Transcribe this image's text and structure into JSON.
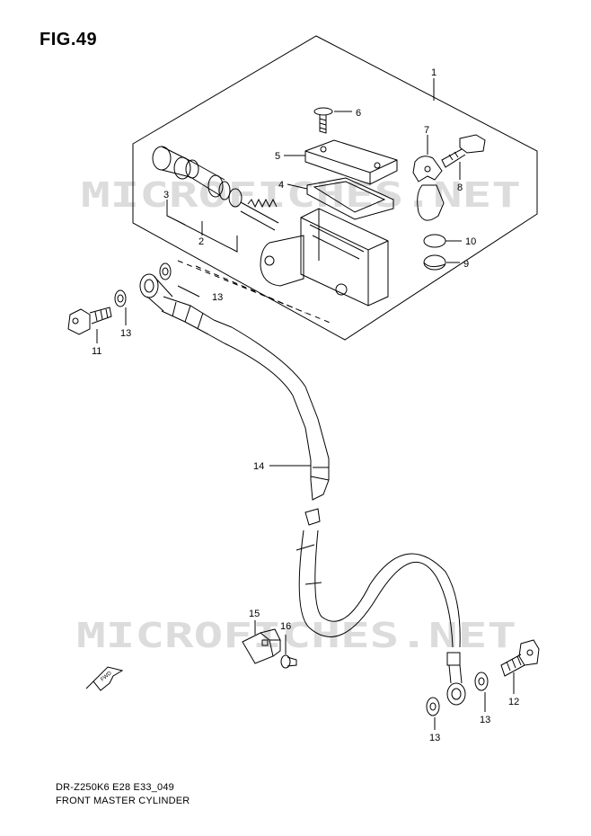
{
  "figure": {
    "title": "FIG.49",
    "model_code": "DR-Z250K6 E28 E33_049",
    "assembly_name": "FRONT MASTER CYLINDER"
  },
  "watermark": {
    "text": "MICROFICHES.NET"
  },
  "direction_marker": {
    "text": "FWD"
  },
  "callouts": [
    {
      "id": "c1",
      "text": "1"
    },
    {
      "id": "c2",
      "text": "2"
    },
    {
      "id": "c3",
      "text": "3"
    },
    {
      "id": "c4",
      "text": "4"
    },
    {
      "id": "c5",
      "text": "5"
    },
    {
      "id": "c6",
      "text": "6"
    },
    {
      "id": "c7",
      "text": "7"
    },
    {
      "id": "c8",
      "text": "8"
    },
    {
      "id": "c9",
      "text": "9"
    },
    {
      "id": "c10",
      "text": "10"
    },
    {
      "id": "c11",
      "text": "11"
    },
    {
      "id": "c12",
      "text": "12"
    },
    {
      "id": "c13a",
      "text": "13"
    },
    {
      "id": "c13b",
      "text": "13"
    },
    {
      "id": "c13c",
      "text": "13"
    },
    {
      "id": "c13d",
      "text": "13"
    },
    {
      "id": "c14",
      "text": "14"
    },
    {
      "id": "c15",
      "text": "15"
    },
    {
      "id": "c16",
      "text": "16"
    }
  ],
  "colors": {
    "line": "#000000",
    "watermark": "#d9d9d9",
    "background": "#ffffff"
  }
}
